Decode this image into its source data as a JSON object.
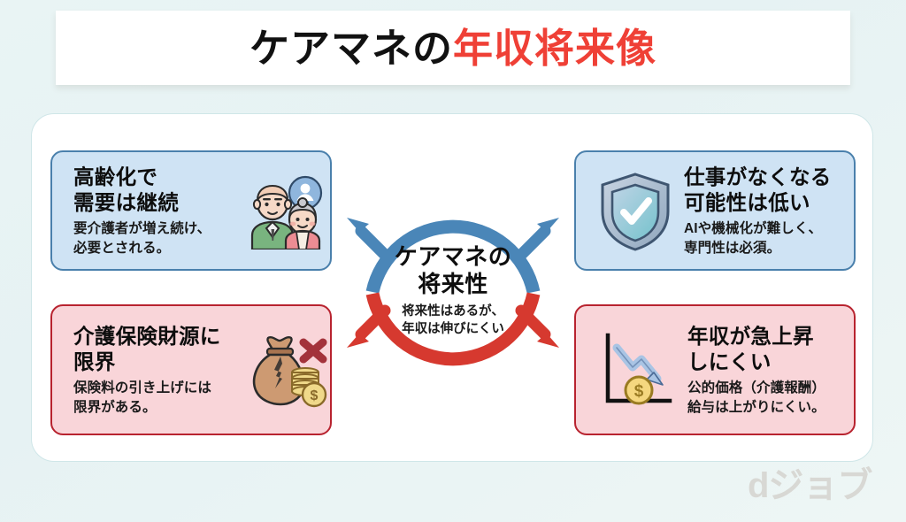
{
  "header": {
    "title_plain": "ケアマネの",
    "title_accent": "年収将来像",
    "accent_color": "#ef4036"
  },
  "center": {
    "title": "ケアマネの\n将来性",
    "subtitle": "将来性はあるが、\n年収は伸びにくい",
    "ring_top_color": "#4a86b8",
    "ring_bottom_color": "#d6392f"
  },
  "cards": [
    {
      "id": "top-left",
      "tone": "blue",
      "heading": "高齢化で\n需要は継続",
      "body": "要介護者が増え続け、\n必要とされる。",
      "icon": "elderly-couple-icon",
      "border_color": "#4a80ac",
      "fill_color": "#cfe3f4"
    },
    {
      "id": "top-right",
      "tone": "blue",
      "heading": "仕事がなくなる\n可能性は低い",
      "body": "AIや機械化が難しく、\n専門性は必須。",
      "icon": "shield-check-icon",
      "border_color": "#4a80ac",
      "fill_color": "#cfe3f4"
    },
    {
      "id": "bottom-left",
      "tone": "red",
      "heading": "介護保険財源に\n限界",
      "body": "保険料の引き上げには\n限界がある。",
      "icon": "money-bag-cross-icon",
      "border_color": "#b8232f",
      "fill_color": "#f9d5d9"
    },
    {
      "id": "bottom-right",
      "tone": "red",
      "heading": "年収が急上昇\nしにくい",
      "body": "公的価格（介護報酬）\n給与は上がりにくい。",
      "icon": "declining-chart-coin-icon",
      "border_color": "#b8232f",
      "fill_color": "#f9d5d9"
    }
  ],
  "footer": {
    "logo_text": "dジョブ"
  }
}
